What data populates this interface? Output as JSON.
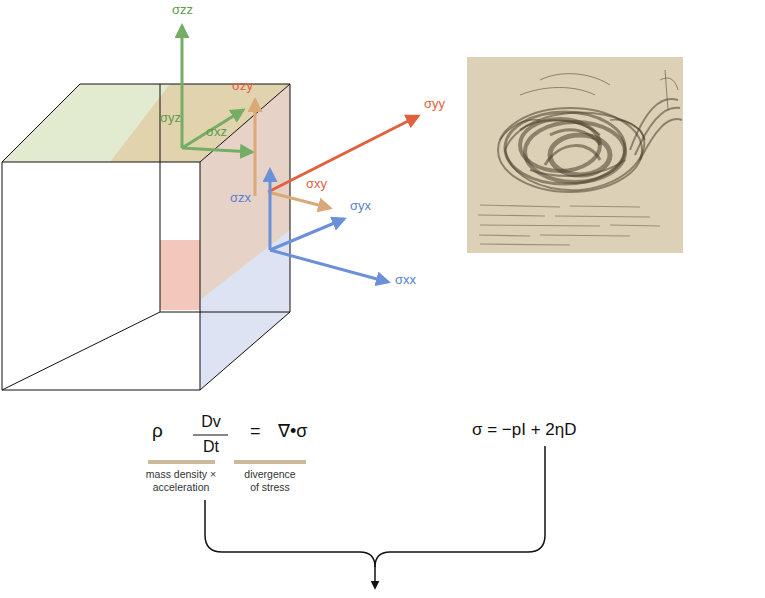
{
  "diagram": {
    "labels": [
      "σzz",
      "σzy",
      "σyz",
      "σyy",
      "σxz",
      "σxy",
      "σzx",
      "σyx",
      "σxx",
      "ρ",
      "Dv",
      "Dt",
      "=",
      "∇•σ",
      "σ = −pI + 2ηD",
      "mass density × acceleration",
      "divergence of stress"
    ]
  }
}
